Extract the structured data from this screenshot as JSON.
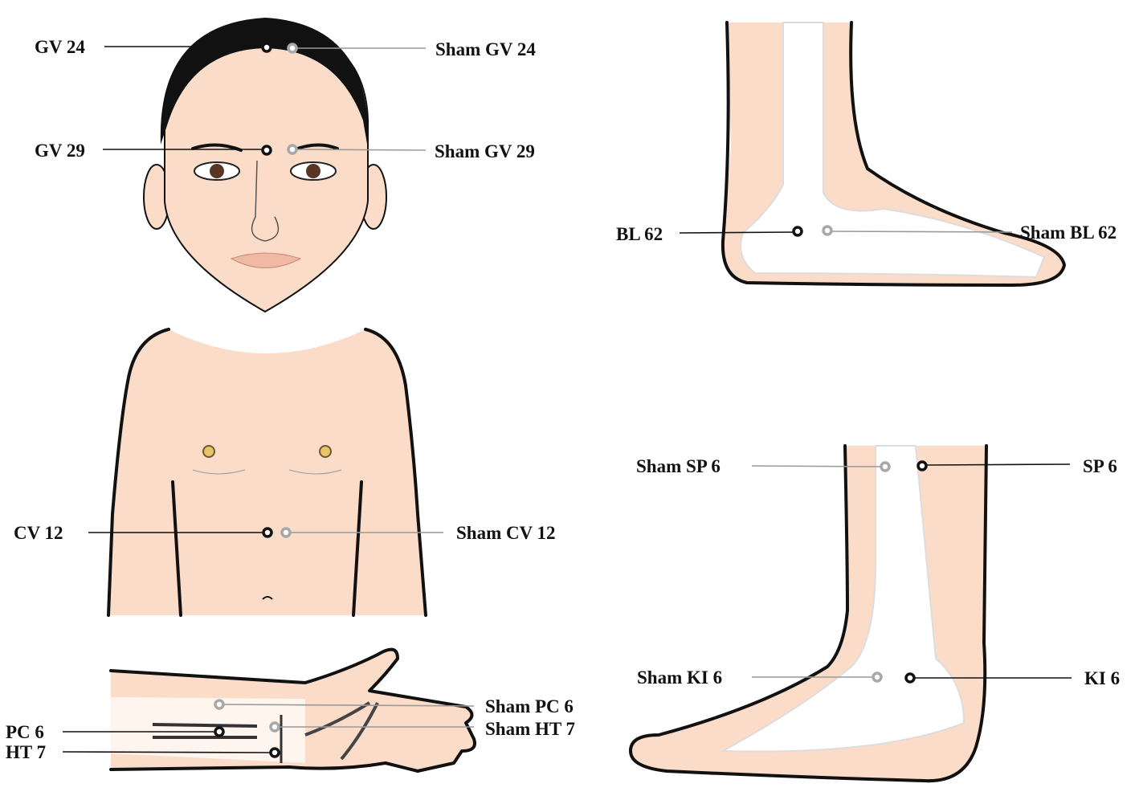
{
  "points": {
    "gv24": "GV 24",
    "sham_gv24": "Sham GV 24",
    "gv29": "GV 29",
    "sham_gv29": "Sham GV 29",
    "cv12": "CV 12",
    "sham_cv12": "Sham CV 12",
    "pc6": "PC 6",
    "ht7": "HT 7",
    "sham_pc6": "Sham PC 6",
    "sham_ht7": "Sham HT 7",
    "bl62": "BL 62",
    "sham_bl62": "Sham BL 62",
    "sp6": "SP 6",
    "sham_sp6": "Sham SP 6",
    "ki6": "KI 6",
    "sham_ki6": "Sham KI 6"
  },
  "colors": {
    "skin": "#fbdcc8",
    "true_point": "#111111",
    "sham_point": "#a8a8a8"
  }
}
